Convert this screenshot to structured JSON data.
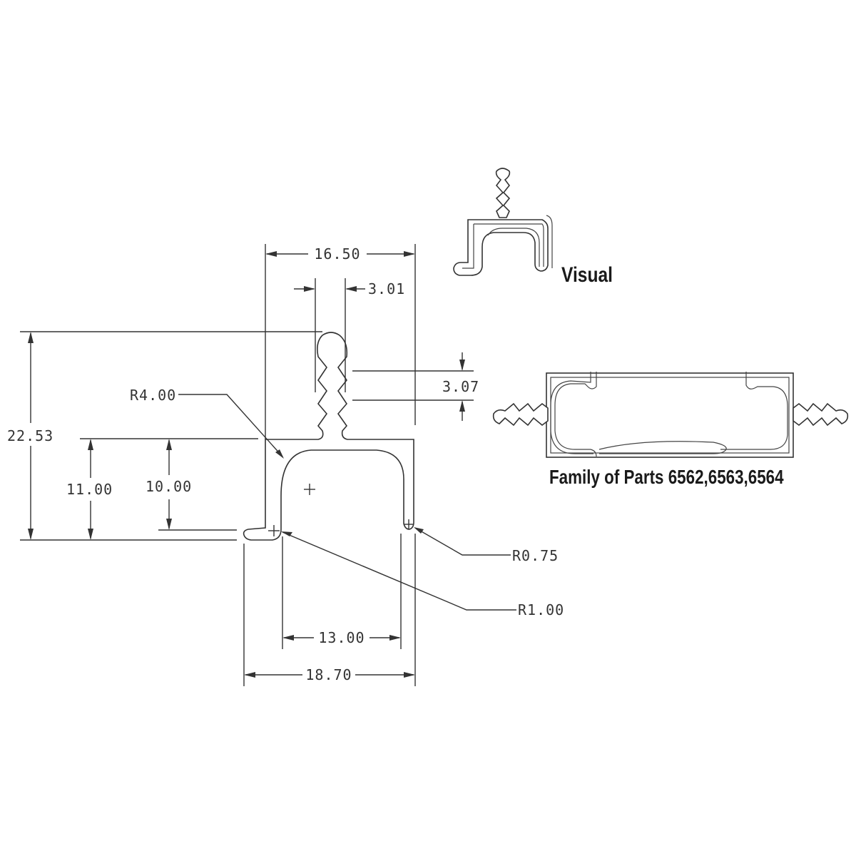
{
  "dimensions": {
    "width_top": "16.50",
    "tongue_width": "3.01",
    "tooth_pitch": "3.07",
    "overall_height": "22.53",
    "channel_height": "11.00",
    "inner_height": "10.00",
    "inner_width": "13.00",
    "overall_width": "18.70"
  },
  "radii": {
    "big": "R4.00",
    "small": "R0.75",
    "mid": "R1.00"
  },
  "labels": {
    "visual": "Visual",
    "family": "Family of Parts 6562,6563,6564"
  }
}
